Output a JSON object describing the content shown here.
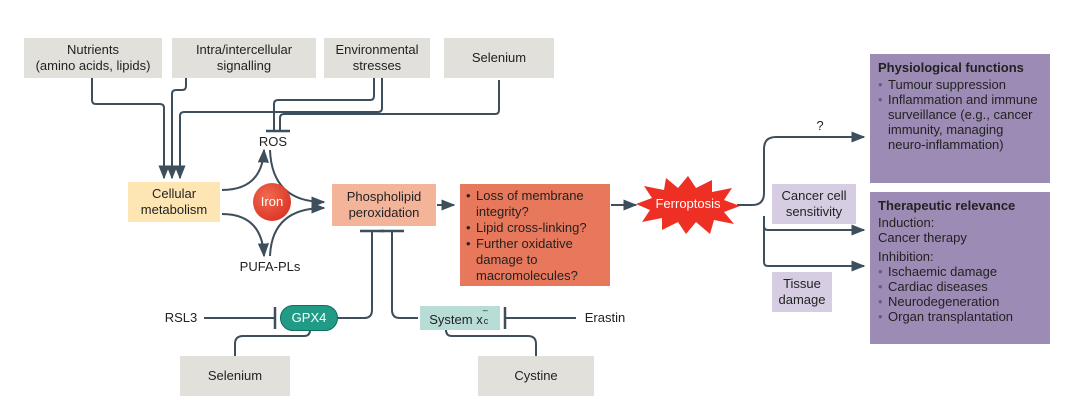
{
  "inputs": {
    "nutrients": [
      "Nutrients",
      "(amino acids, lipids)"
    ],
    "signalling": [
      "Intra/intercellular",
      "signalling"
    ],
    "environmental": [
      "Environmental",
      "stresses"
    ],
    "selenium_top": "Selenium"
  },
  "ros": "ROS",
  "cellular_metabolism": [
    "Cellular",
    "metabolism"
  ],
  "iron": "Iron",
  "pufa": "PUFA-PLs",
  "phospholipid": [
    "Phospholipid",
    "peroxidation"
  ],
  "consequences": [
    "Loss of membrane integrity?",
    "Lipid cross-linking?",
    "Further oxidative damage to macromolecules?"
  ],
  "ferroptosis": "Ferroptosis",
  "question_mark": "?",
  "cancer_cell_sensitivity": [
    "Cancer cell",
    "sensitivity"
  ],
  "tissue_damage": [
    "Tissue",
    "damage"
  ],
  "physiological": {
    "title": "Physiological functions",
    "items": [
      "Tumour suppression",
      "Inflammation and immune surveillance (e.g., cancer immunity, managing neuro-inflammation)"
    ]
  },
  "therapeutic": {
    "title": "Therapeutic relevance",
    "induction_label": "Induction:",
    "induction_value": "Cancer therapy",
    "inhibition_label": "Inhibition:",
    "inhibition_items": [
      "Ischaemic damage",
      "Cardiac diseases",
      "Neurodegeneration",
      "Organ transplantation"
    ]
  },
  "rsl3": "RSL3",
  "gpx4": "GPX4",
  "system_xc": "System x",
  "system_xc_sub": "c",
  "system_xc_sup": "–",
  "erastin": "Erastin",
  "selenium_bottom": "Selenium",
  "cystine": "Cystine",
  "colors": {
    "wire": "#3d4e5c",
    "grey_box": "#e1e0db",
    "cellular_metabolism": "#fde6b3",
    "iron": "#e03a2a",
    "phospholipid": "#f4b49a",
    "consequences": "#e8785b",
    "ferroptosis": "#ee2f24",
    "light_purple": "#d6cde3",
    "purple": "#9c8bb4",
    "gpx4": "#1f9b86",
    "system_xc": "#b8ddd7"
  }
}
